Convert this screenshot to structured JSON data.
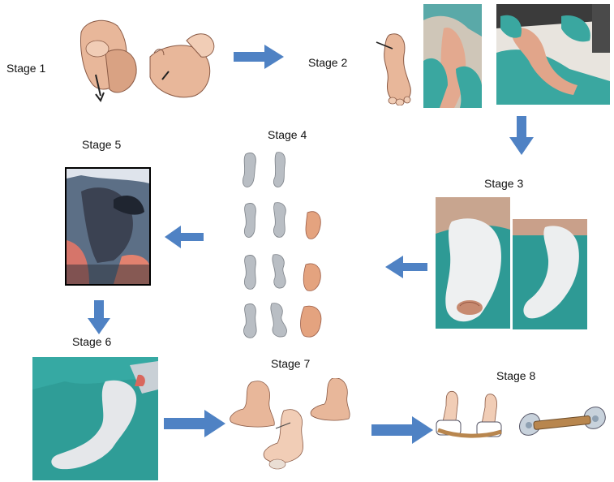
{
  "stages": [
    {
      "label": "Stage 1"
    },
    {
      "label": "Stage 2"
    },
    {
      "label": "Stage 3"
    },
    {
      "label": "Stage 4"
    },
    {
      "label": "Stage 5"
    },
    {
      "label": "Stage 6"
    },
    {
      "label": "Stage 7"
    },
    {
      "label": "Stage 8"
    }
  ],
  "colors": {
    "arrow": "#4f82c4",
    "skin": "#e8b79a",
    "skin_shadow": "#c98a6c",
    "glove": "#3aa7a0",
    "drape": "#2e9a95",
    "cast": "#e9ecef",
    "brace_bar": "#b8864e",
    "brace_pad": "#8fa1b3"
  },
  "icons": [
    "arrow-right",
    "arrow-down",
    "arrow-left"
  ]
}
